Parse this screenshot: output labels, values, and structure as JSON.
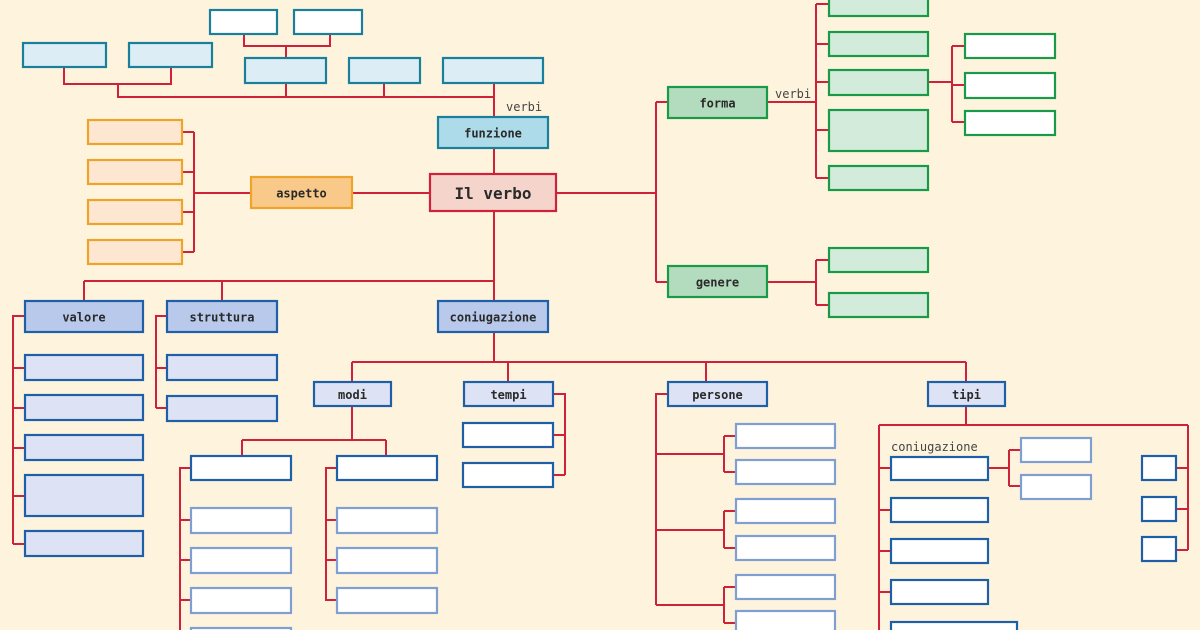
{
  "title": "Il verbo",
  "nodes": {
    "root": "Il verbo",
    "funzione": "funzione",
    "aspetto": "aspetto",
    "forma": "forma",
    "genere": "genere",
    "valore": "valore",
    "struttura": "struttura",
    "coniugazione": "coniugazione",
    "modi": "modi",
    "tempi": "tempi",
    "persone": "persone",
    "tipi": "tipi"
  },
  "notes": {
    "verbi_funzione": "verbi",
    "verbi_forma": "verbi",
    "coniugazione_tipi": "coniugazione"
  },
  "colors": {
    "background": "#fef4de",
    "connector": "#d0213b",
    "funzione_branch": "#1a7f9a",
    "aspetto_branch": "#eca42a",
    "forma_branch": "#199a48",
    "coniugazione_branch": "#1e5fa8"
  }
}
